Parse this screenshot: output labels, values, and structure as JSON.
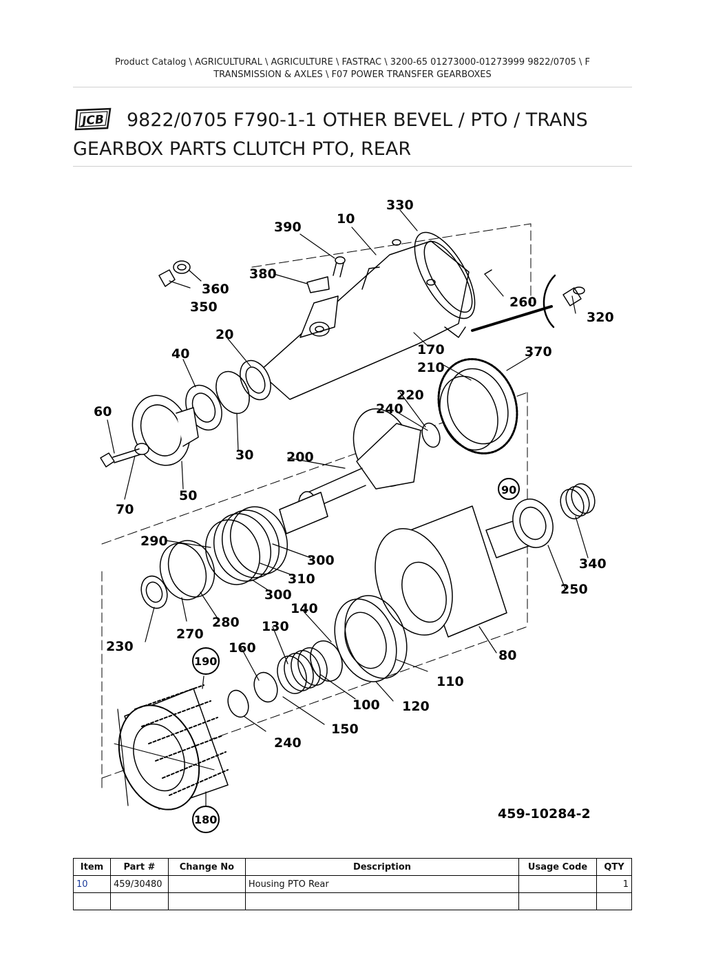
{
  "breadcrumb": {
    "line1": "Product Catalog  \\  AGRICULTURAL  \\  AGRICULTURE  \\  FASTRAC  \\  3200-65 01273000-01273999 9822/0705  \\  F",
    "line2": "TRANSMISSION & AXLES  \\  F07 POWER TRANSFER GEARBOXES"
  },
  "logo_text": "JCB",
  "page_title": "9822/0705 F790-1-1 OTHER BEVEL / PTO / TRANS GEARBOX PARTS CLUTCH PTO, REAR",
  "diagram": {
    "drawing_number": "459-10284-2",
    "callouts": [
      "330",
      "390",
      "10",
      "380",
      "360",
      "350",
      "260",
      "320",
      "20",
      "40",
      "170",
      "370",
      "210",
      "220",
      "60",
      "240",
      "30",
      "200",
      "90",
      "50",
      "70",
      "290",
      "300",
      "340",
      "310",
      "300",
      "250",
      "140",
      "280",
      "130",
      "270",
      "230",
      "160",
      "80",
      "190",
      "110",
      "100",
      "120",
      "150",
      "240",
      "180"
    ]
  },
  "table": {
    "headers": [
      "Item",
      "Part #",
      "Change No",
      "Description",
      "Usage Code",
      "QTY"
    ],
    "rows": [
      {
        "item": "10",
        "part": "459/30480",
        "change": "",
        "description": "Housing PTO Rear",
        "usage": "",
        "qty": "1"
      }
    ]
  }
}
